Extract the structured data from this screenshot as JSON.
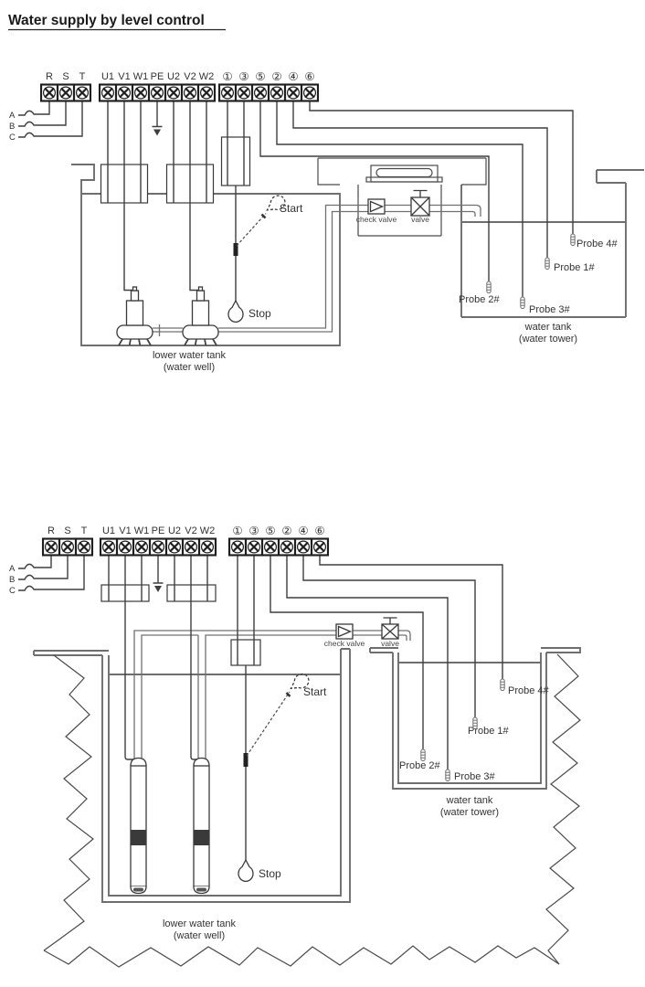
{
  "title": "Water supply by level control",
  "supply": {
    "phases": [
      "A",
      "B",
      "C"
    ]
  },
  "terminal_strip": {
    "power": [
      "R",
      "S",
      "T"
    ],
    "motor": [
      "U1",
      "V1",
      "W1",
      "PE",
      "U2",
      "V2",
      "W2"
    ],
    "control": [
      "①",
      "③",
      "⑤",
      "②",
      "④",
      "⑥"
    ]
  },
  "diagram1": {
    "check_valve_label": "check valve",
    "valve_label": "valve",
    "start_label": "Start",
    "stop_label": "Stop",
    "probe1_label": "Probe 1#",
    "probe2_label": "Probe 2#",
    "probe3_label": "Probe 3#",
    "probe4_label": "Probe 4#",
    "lower_tank_line1": "lower water tank",
    "lower_tank_line2": "(water well)",
    "tower_line1": "water tank",
    "tower_line2": "(water tower)"
  },
  "diagram2": {
    "check_valve_label": "check valve",
    "valve_label": "valve",
    "start_label": "Start",
    "stop_label": "Stop",
    "probe1_label": "Probe 1#",
    "probe2_label": "Probe 2#",
    "probe3_label": "Probe 3#",
    "probe4_label": "Probe 4#",
    "lower_tank_line1": "lower water tank",
    "lower_tank_line2": "(water well)",
    "tower_line1": "water tank",
    "tower_line2": "(water tower)"
  }
}
